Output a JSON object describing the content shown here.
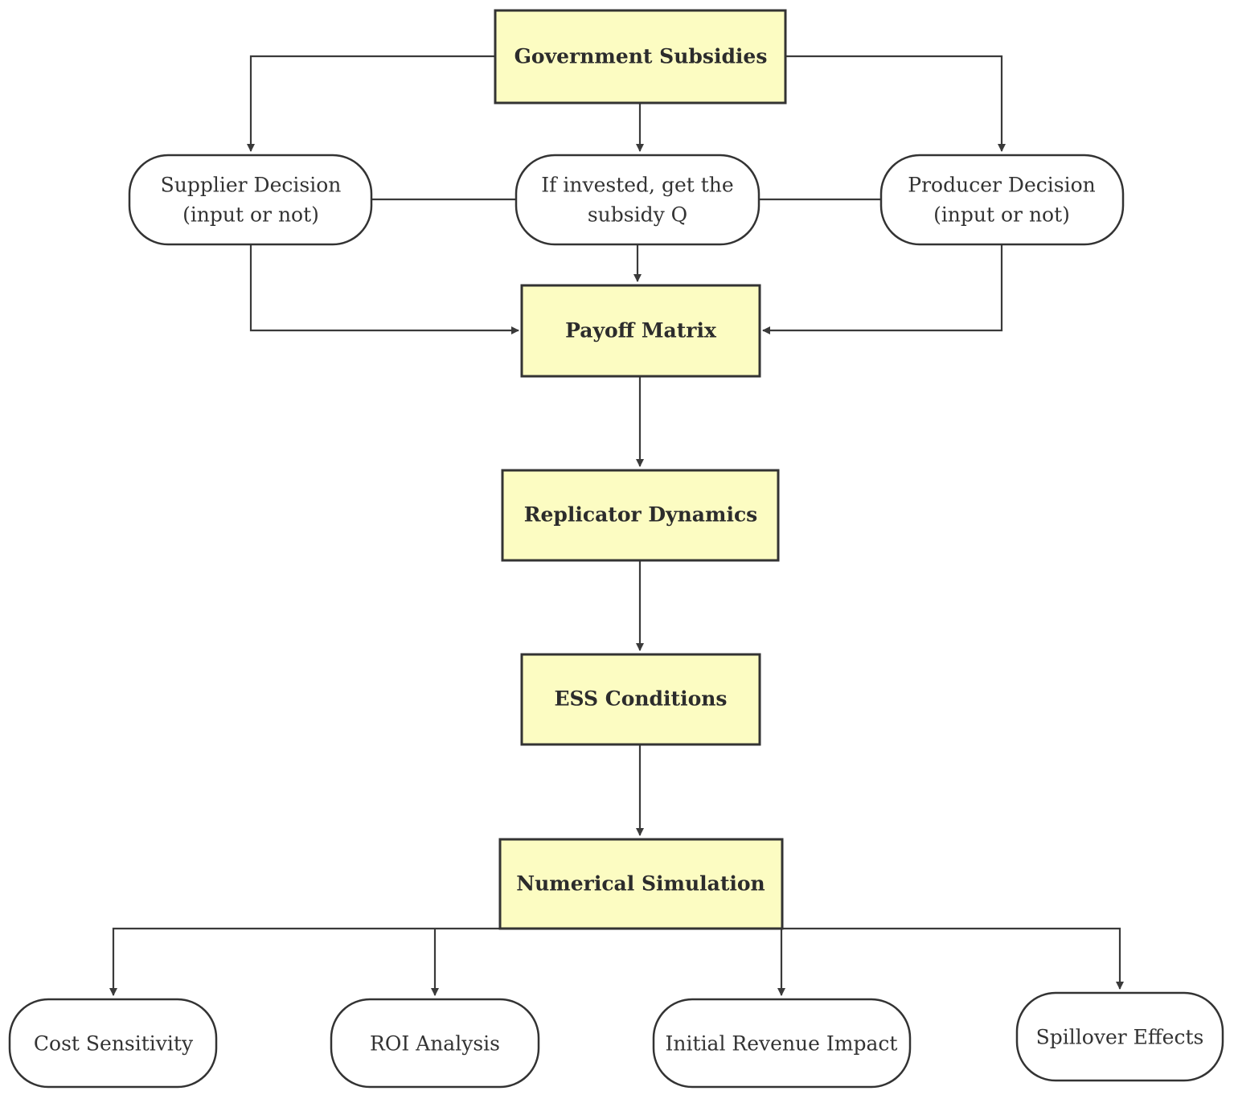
{
  "nodes": {
    "government_subsidies": "Government Subsidies",
    "supplier_decision": [
      "Supplier Decision",
      "(input or not)"
    ],
    "subsidy": [
      "If invested, get the",
      "subsidy Q"
    ],
    "producer_decision": [
      "Producer Decision",
      "(input or not)"
    ],
    "payoff_matrix": "Payoff Matrix",
    "replicator_dynamics": "Replicator Dynamics",
    "ess_conditions": "ESS Conditions",
    "numerical_simulation": "Numerical Simulation",
    "cost_sensitivity": "Cost Sensitivity",
    "roi_analysis": "ROI Analysis",
    "initial_revenue_impact": "Initial Revenue Impact",
    "spillover_effects": "Spillover Effects"
  },
  "colors": {
    "box_fill": "#fcfcc2",
    "box_stroke": "#333333",
    "rounded_fill": "#ffffff",
    "edge": "#3a3a3a"
  }
}
